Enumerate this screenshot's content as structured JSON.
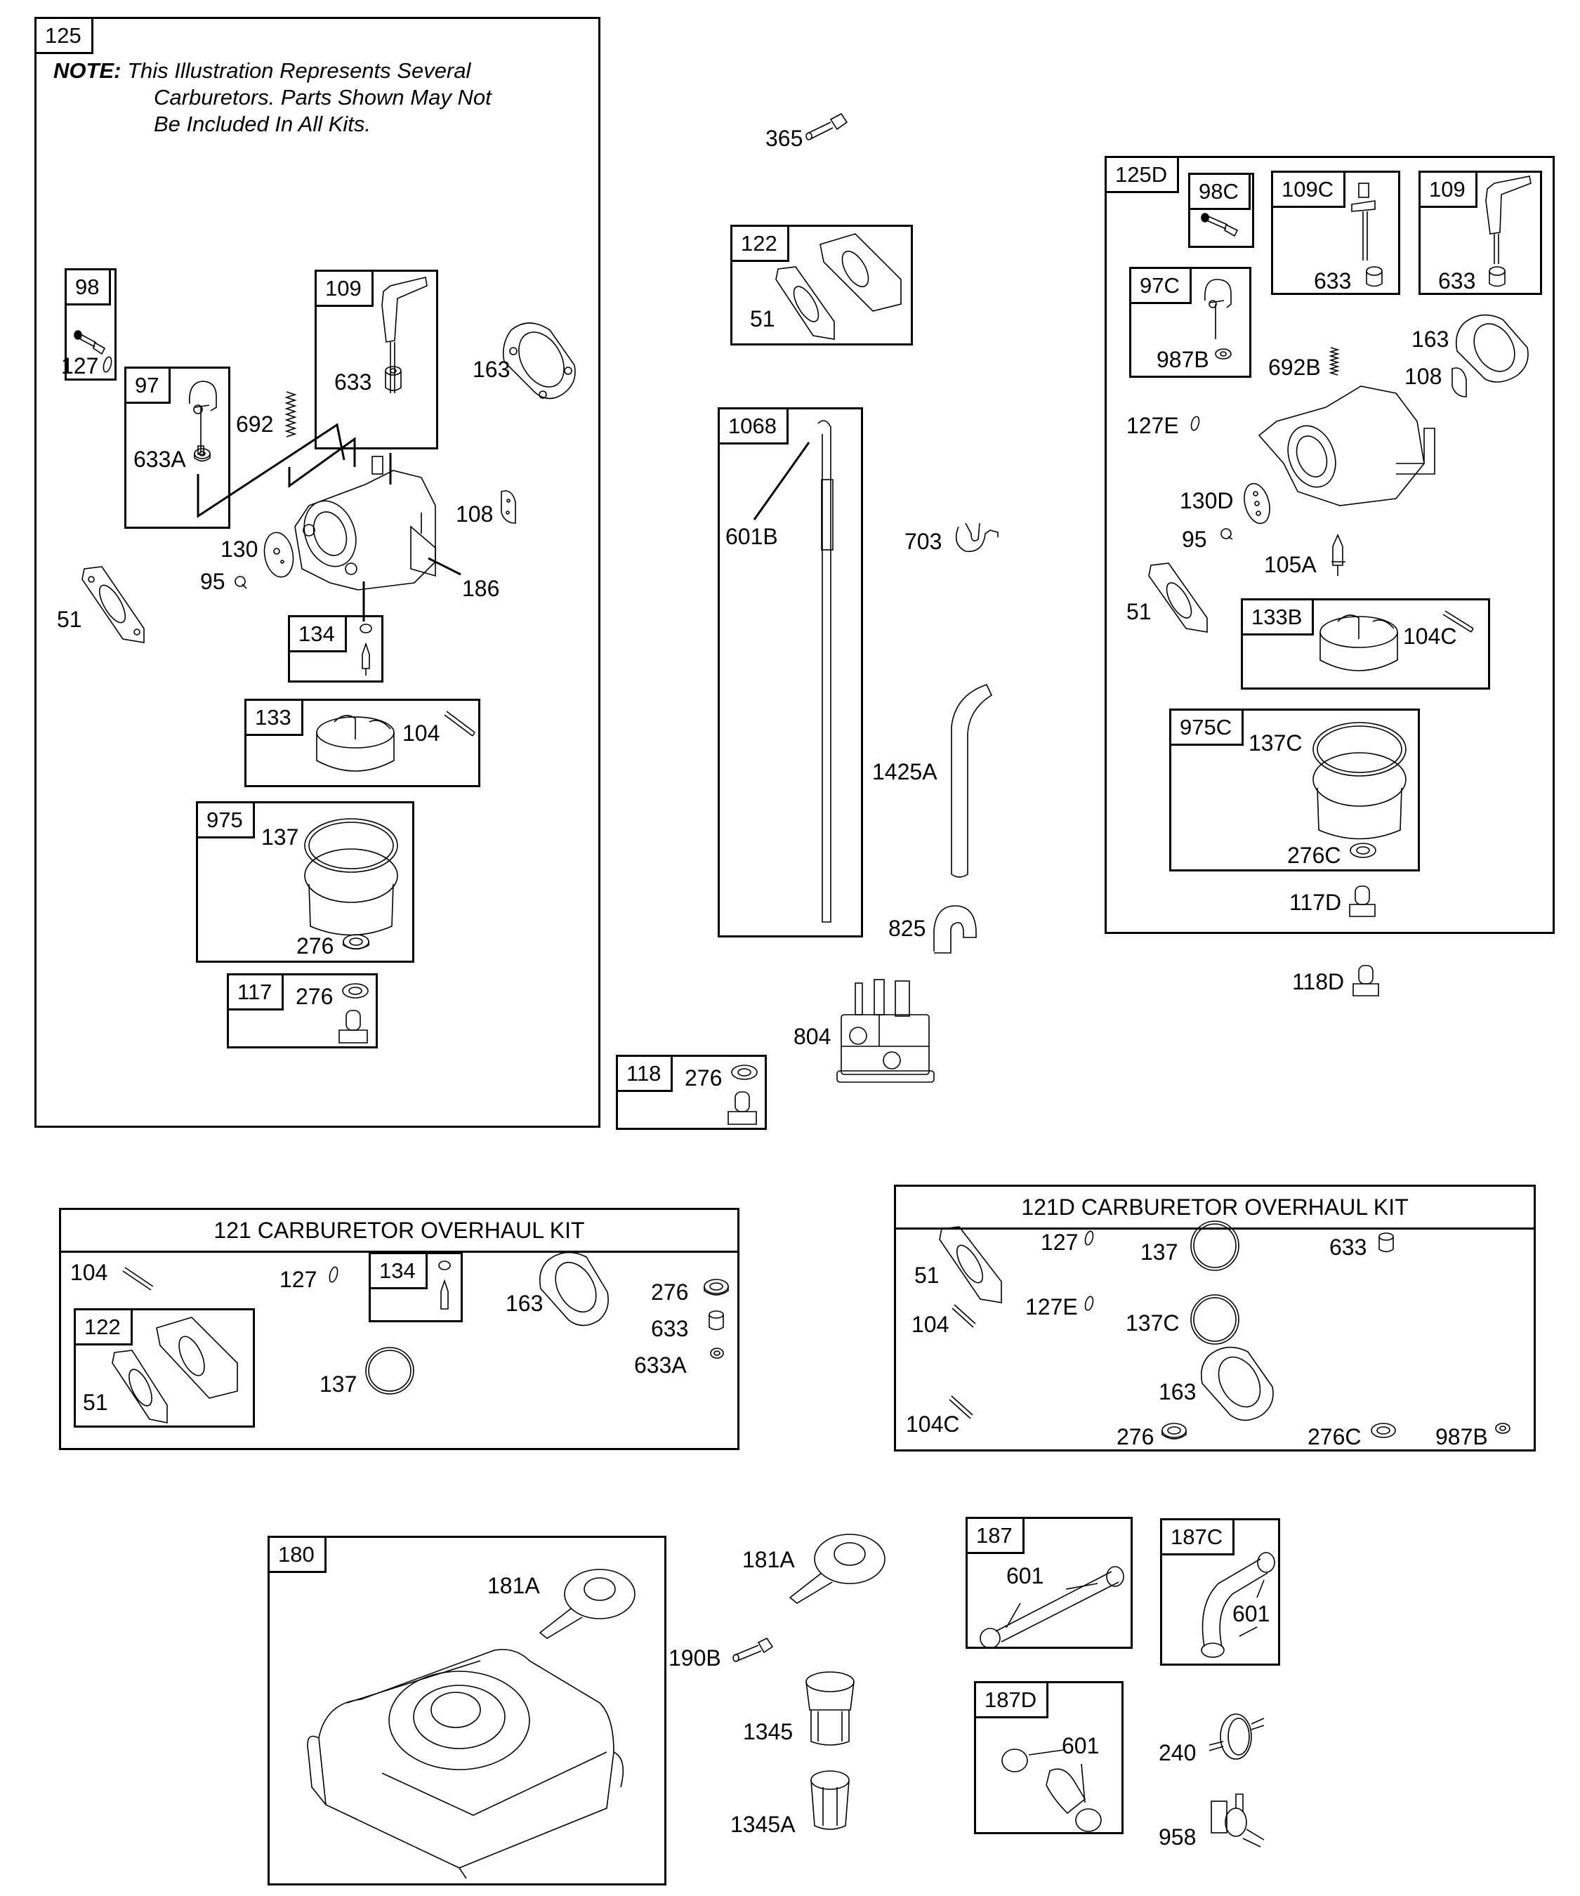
{
  "note": {
    "prefix": "NOTE:",
    "line1": "This Illustration Represents Several",
    "line2": "Carburetors. Parts Shown May Not",
    "line3": "Be Included In All Kits."
  },
  "assembly_125": {
    "tag": "125",
    "sub_98": "98",
    "label_127": "127",
    "sub_97": "97",
    "label_633A": "633A",
    "label_692": "692",
    "sub_109": "109",
    "label_633": "633",
    "label_163": "163",
    "label_108": "108",
    "label_130": "130",
    "label_95": "95",
    "label_186": "186",
    "label_51": "51",
    "sub_134": "134",
    "sub_133": "133",
    "label_104": "104",
    "sub_975": "975",
    "label_137": "137",
    "label_276": "276",
    "sub_117": "117",
    "label_117_276": "276"
  },
  "middle": {
    "label_365": "365",
    "sub_122": "122",
    "label_51": "51",
    "sub_1068": "1068",
    "label_601B": "601B",
    "label_703": "703",
    "label_1425A": "1425A",
    "label_825": "825",
    "label_804": "804",
    "sub_118": "118",
    "label_118_276": "276"
  },
  "assembly_125D": {
    "tag": "125D",
    "sub_98C": "98C",
    "sub_109C": "109C",
    "label_109C_633": "633",
    "sub_109": "109",
    "label_109_633": "633",
    "sub_97C": "97C",
    "label_987B": "987B",
    "label_692B": "692B",
    "label_163": "163",
    "label_108": "108",
    "label_127E": "127E",
    "label_130D": "130D",
    "label_95": "95",
    "label_105A": "105A",
    "label_51": "51",
    "sub_133B": "133B",
    "label_104C": "104C",
    "sub_975C": "975C",
    "label_137C": "137C",
    "label_276C": "276C",
    "label_117D": "117D"
  },
  "label_118D": "118D",
  "kit_121": {
    "title": "121 CARBURETOR OVERHAUL KIT",
    "label_104": "104",
    "label_127": "127",
    "sub_134": "134",
    "label_163": "163",
    "label_276": "276",
    "label_633": "633",
    "label_633A": "633A",
    "sub_122": "122",
    "label_51": "51",
    "label_137": "137"
  },
  "kit_121D": {
    "title": "121D CARBURETOR OVERHAUL KIT",
    "label_51": "51",
    "label_127": "127",
    "label_137": "137",
    "label_633": "633",
    "label_104": "104",
    "label_127E": "127E",
    "label_137C": "137C",
    "label_104C": "104C",
    "label_163": "163",
    "label_276": "276",
    "label_276C": "276C",
    "label_987B": "987B"
  },
  "tank": {
    "tag": "180",
    "label_181A": "181A"
  },
  "bottom_middle": {
    "label_181A": "181A",
    "label_190B": "190B",
    "label_1345": "1345",
    "label_1345A": "1345A"
  },
  "lines": {
    "sub_187": "187",
    "label_187_601": "601",
    "sub_187C": "187C",
    "label_187C_601": "601",
    "sub_187D": "187D",
    "label_187D_601": "601",
    "label_240": "240",
    "label_958": "958"
  }
}
